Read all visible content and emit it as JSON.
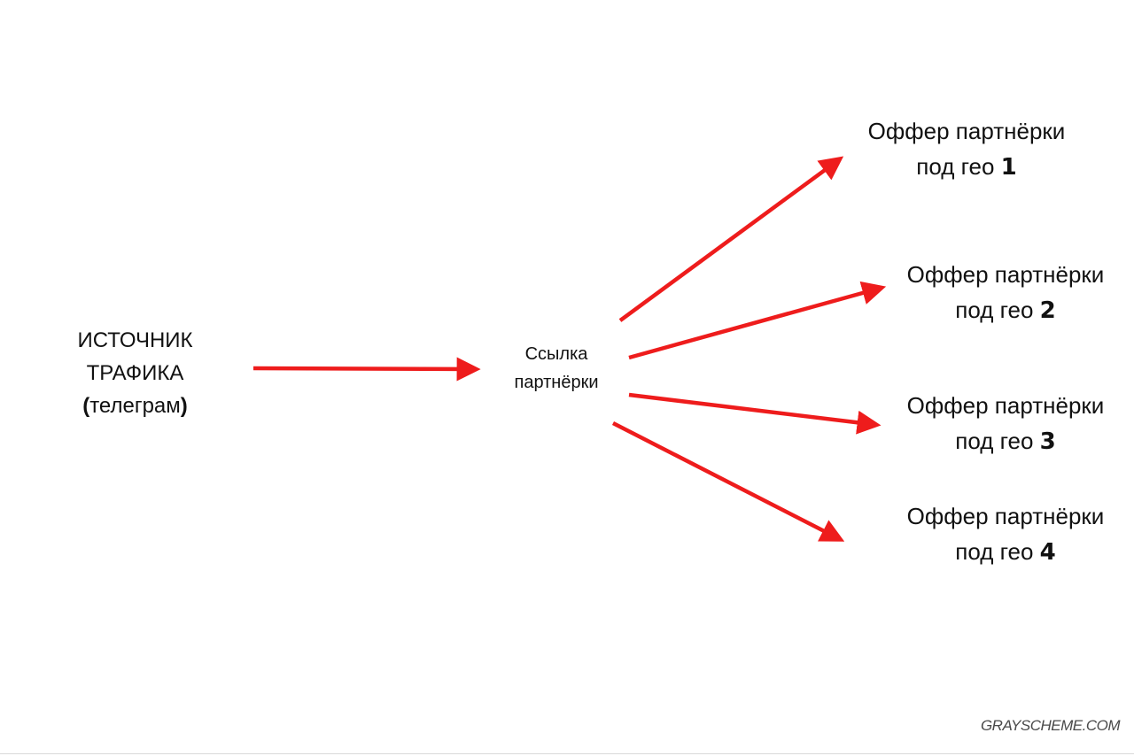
{
  "colors": {
    "arrow": "#ee1c1c",
    "text": "#111111",
    "watermark": "#4a4a4a"
  },
  "source": {
    "line1": "ИСТОЧНИК",
    "line2": "ТРАФИКА",
    "paren_open": "(",
    "sub": "телеграм",
    "paren_close": ")"
  },
  "link": {
    "line1": "Ссылка",
    "line2": "партнёрки"
  },
  "offers": [
    {
      "line1": "Оффер партнёрки",
      "prefix": "под гео ",
      "num": "1"
    },
    {
      "line1": "Оффер партнёрки",
      "prefix": "под гео ",
      "num": "2"
    },
    {
      "line1": "Оффер партнёрки",
      "prefix": "под гео ",
      "num": "3"
    },
    {
      "line1": "Оффер партнёрки",
      "prefix": "под гео ",
      "num": "4"
    }
  ],
  "watermark": "GRAYSCHEME.COM"
}
